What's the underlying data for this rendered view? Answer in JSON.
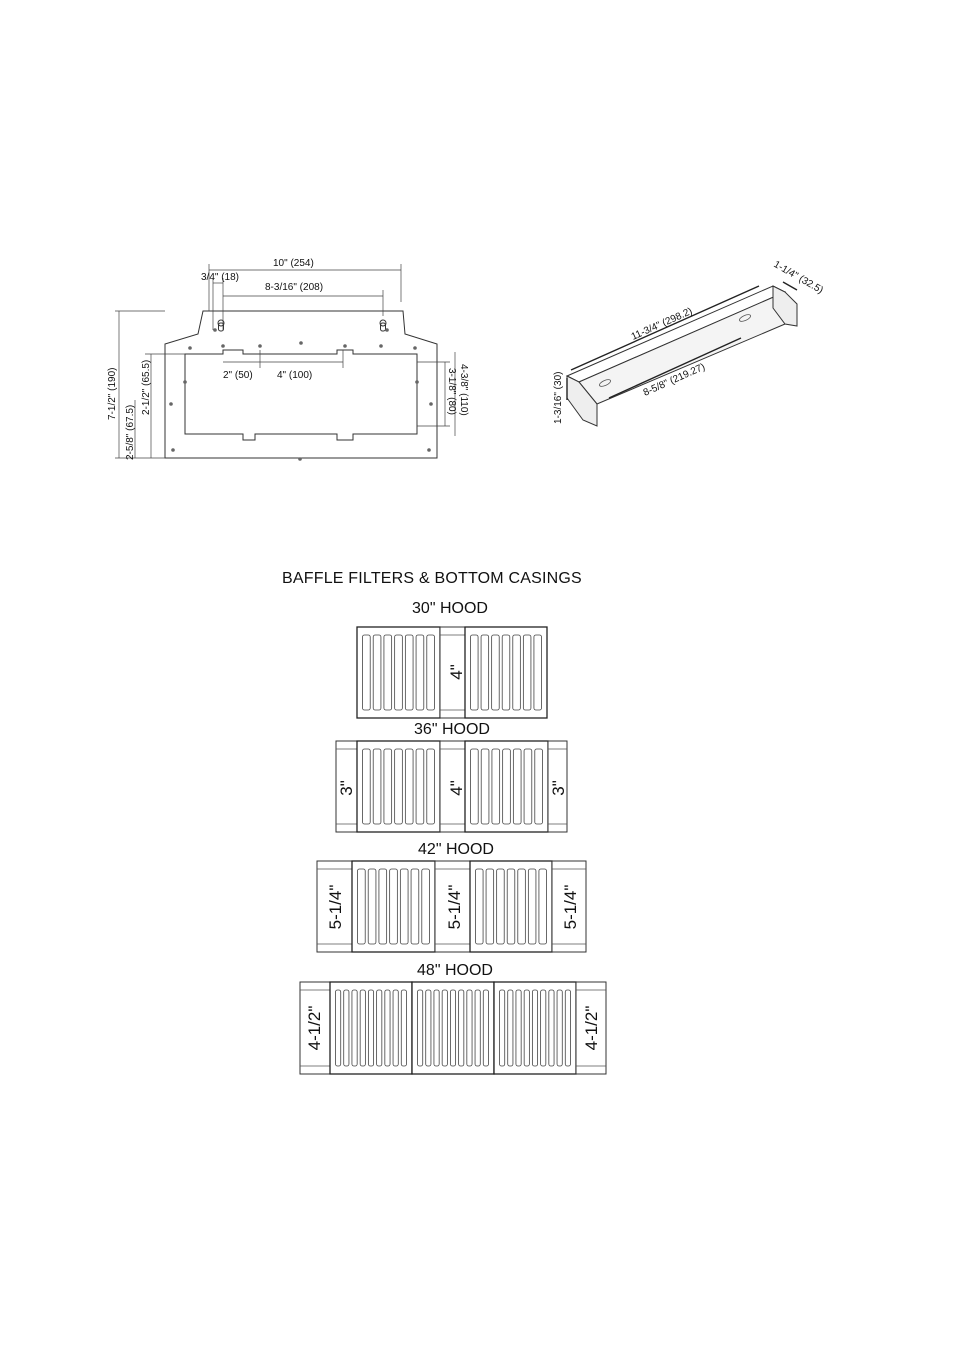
{
  "mounting_plate": {
    "dim_overall_width": "10\" (254)",
    "dim_small_offset": "3/4\" (18)",
    "dim_keyhole_span": "8-3/16\" (208)",
    "dim_slot_a": "2\" (50)",
    "dim_slot_b": "4\" (100)",
    "dim_overall_height": "7-1/2\" (190)",
    "dim_left_upper": "2-1/2\" (65.5)",
    "dim_left_lower": "2-5/8\" (67.5)",
    "dim_right_inner": "3-1/8\" (80)",
    "dim_right_outer": "4-3/8\" (110)"
  },
  "rail": {
    "dim_length": "11-3/4\" (298.2)",
    "dim_inner": "8-5/8\" (219.27)",
    "dim_depth": "1-1/4\" (32.5)",
    "dim_height": "1-3/16\" (30)"
  },
  "baffles": {
    "title": "BAFFLE FILTERS & BOTTOM CASINGS",
    "hood_30": {
      "label": "30\" HOOD",
      "center": "4\""
    },
    "hood_36": {
      "label": "36\" HOOD",
      "left": "3\"",
      "center": "4\"",
      "right": "3\""
    },
    "hood_42": {
      "label": "42\" HOOD",
      "left": "5-1/4\"",
      "center": "5-1/4\"",
      "right": "5-1/4\""
    },
    "hood_48": {
      "label": "48\" HOOD",
      "left": "4-1/2\"",
      "right": "4-1/2\""
    }
  }
}
